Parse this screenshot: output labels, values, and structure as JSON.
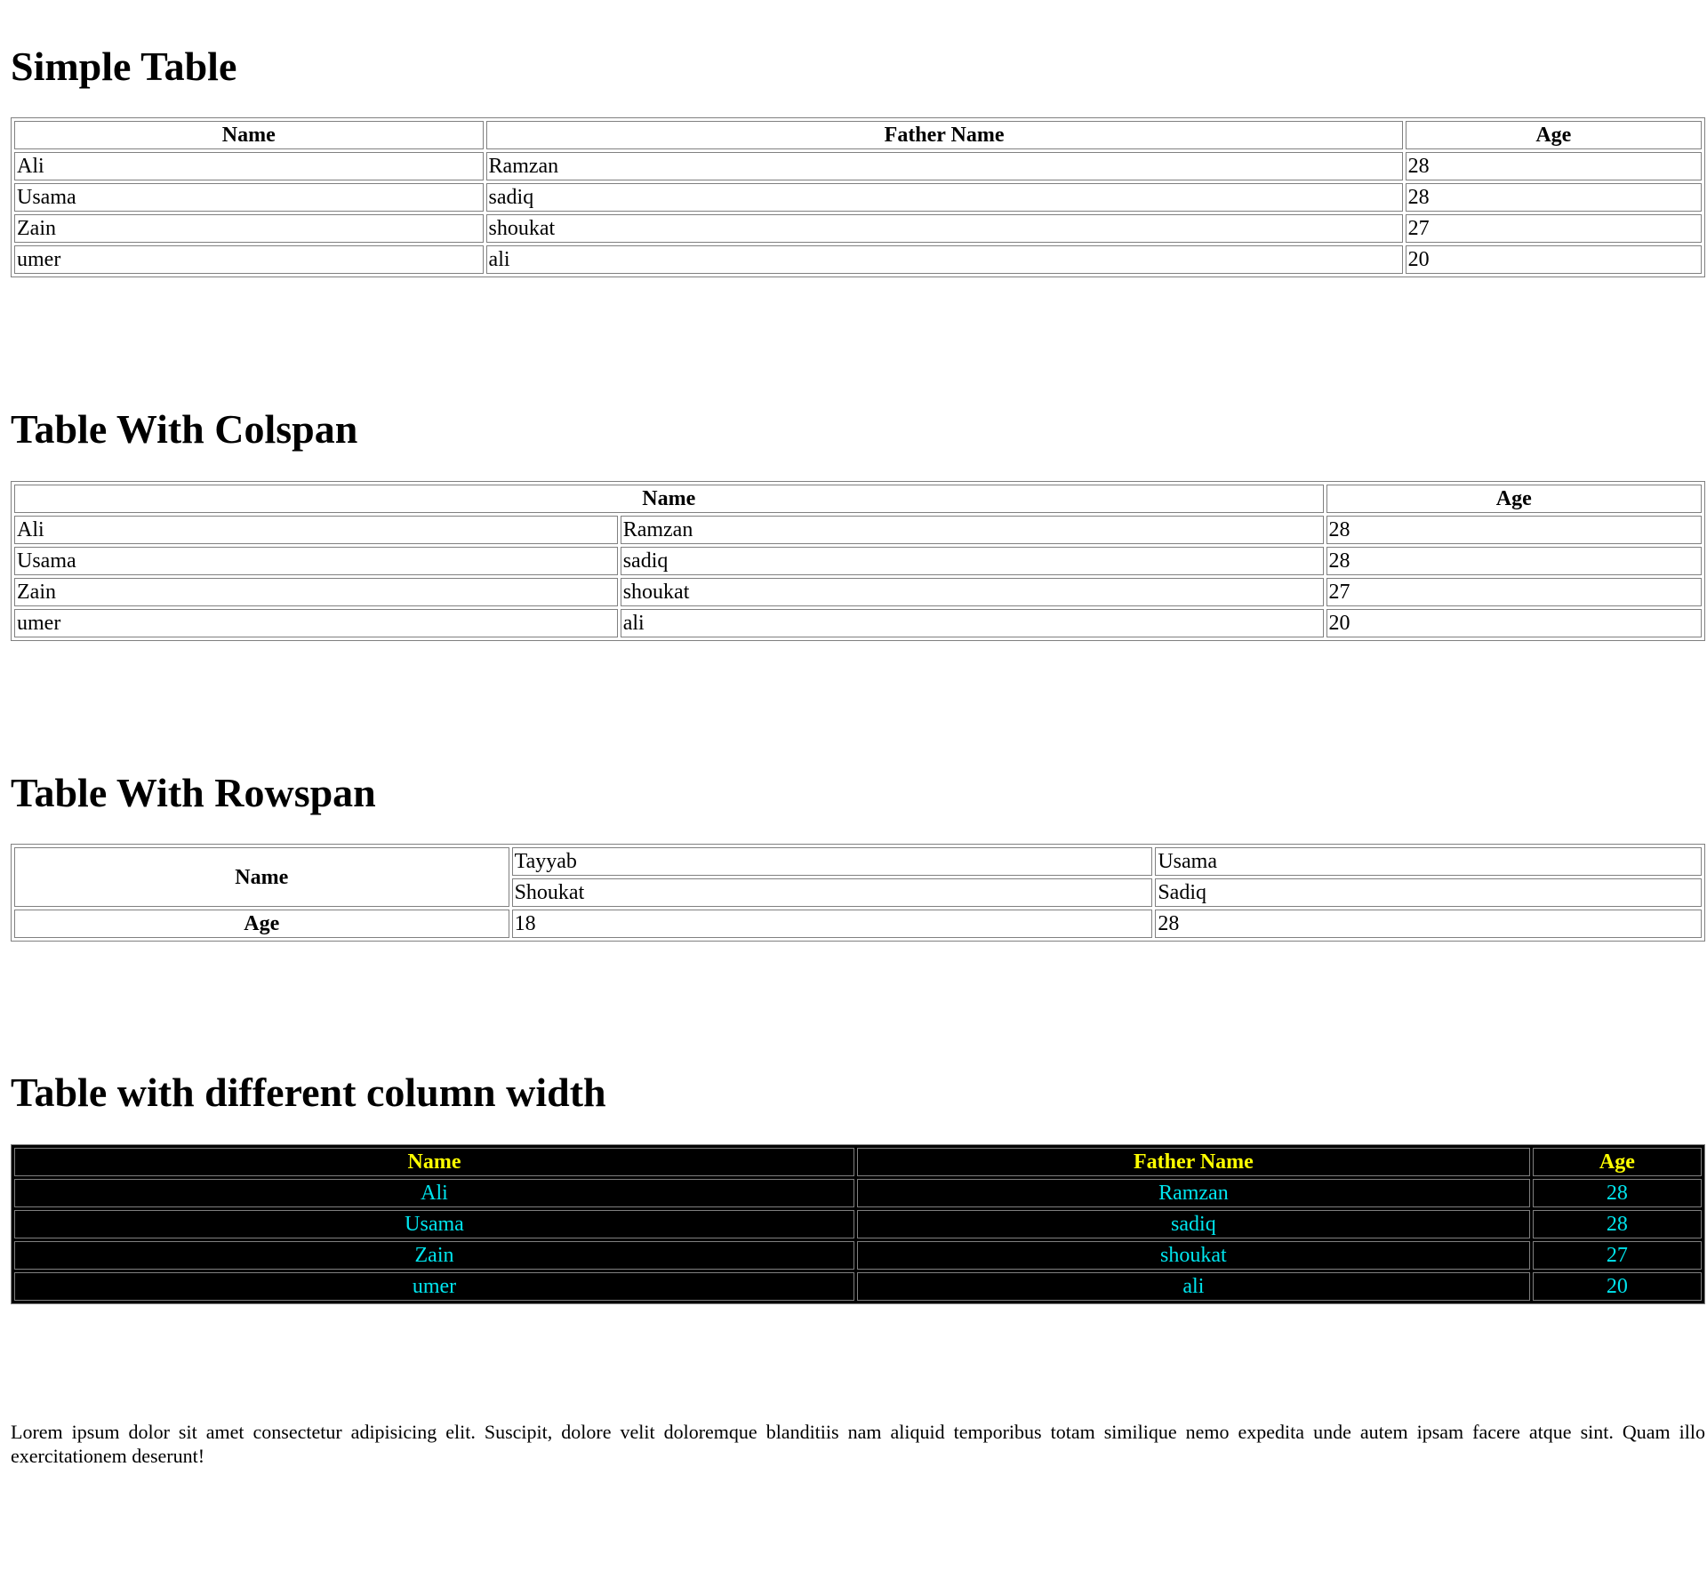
{
  "simple": {
    "title": "Simple Table",
    "headers": [
      "Name",
      "Father Name",
      "Age"
    ],
    "rows": [
      [
        "Ali",
        "Ramzan",
        "28"
      ],
      [
        "Usama",
        "sadiq",
        "28"
      ],
      [
        "Zain",
        "shoukat",
        "27"
      ],
      [
        "umer",
        "ali",
        "20"
      ]
    ]
  },
  "colspan": {
    "title": "Table With Colspan",
    "headers": [
      "Name",
      "Age"
    ],
    "rows": [
      [
        "Ali",
        "Ramzan",
        "28"
      ],
      [
        "Usama",
        "sadiq",
        "28"
      ],
      [
        "Zain",
        "shoukat",
        "27"
      ],
      [
        "umer",
        "ali",
        "20"
      ]
    ]
  },
  "rowspan": {
    "title": "Table With Rowspan",
    "name_header": "Name",
    "age_header": "Age",
    "names_row1": [
      "Tayyab",
      "Usama"
    ],
    "names_row2": [
      "Shoukat",
      "Sadiq"
    ],
    "ages": [
      "18",
      "28"
    ]
  },
  "width": {
    "title": "Table with different column width",
    "headers": [
      "Name",
      "Father Name",
      "Age"
    ],
    "rows": [
      [
        "Ali",
        "Ramzan",
        "28"
      ],
      [
        "Usama",
        "sadiq",
        "28"
      ],
      [
        "Zain",
        "shoukat",
        "27"
      ],
      [
        "umer",
        "ali",
        "20"
      ]
    ],
    "colors": {
      "background": "#000000",
      "header_text": "#ffff00",
      "cell_text": "#00e5ee"
    }
  },
  "paragraph": "Lorem ipsum dolor sit amet consectetur adipisicing elit. Suscipit, dolore velit doloremque blanditiis nam aliquid temporibus totam similique nemo expedita unde autem ipsam facere atque sint. Quam illo exercitationem deserunt!"
}
